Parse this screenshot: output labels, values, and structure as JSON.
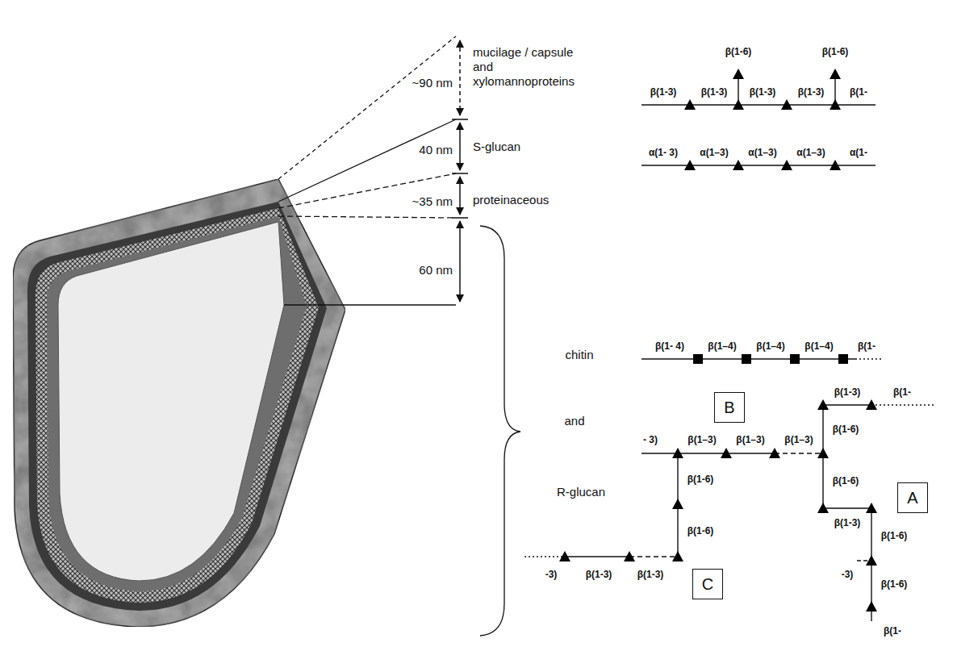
{
  "diagram": {
    "nodes": [
      {
        "text": [
          "B"
        ]
      },
      {
        "text": [
          "A"
        ]
      },
      {
        "text": [
          "C"
        ]
      }
    ],
    "labels": [
      "~90 nm",
      "mucilage / capsule and xylomannoproteins",
      "40 nm",
      "S-glucan",
      "~35 nm",
      "proteinaceous",
      "60 nm",
      "chitin",
      "and",
      "R-glucan",
      "β(1-6)",
      "β(1-6)",
      "β(1-3)",
      "β(1-3)",
      "β(1-3)",
      "β(1-3)",
      "β(1-",
      "α(1- 3)",
      "α(1–3)",
      "α(1–3)",
      "α(1–3)",
      "α(1-",
      "β(1- 4)",
      "β(1–4)",
      "β(1–4)",
      "β(1–4)",
      "β(1-",
      "- 3)",
      "β(1–3)",
      "β(1–3)",
      "β(1–3)",
      "β(1-6)",
      "β(1-3)",
      "β(1-",
      "β(1-6)",
      "β(1-3)",
      "β(1-6)",
      "-3)",
      "β(1-6)",
      "β(1-",
      "β(1-6)",
      "β(1-6)",
      "-3)",
      "β(1-3)",
      "β(1-3)"
    ]
  }
}
